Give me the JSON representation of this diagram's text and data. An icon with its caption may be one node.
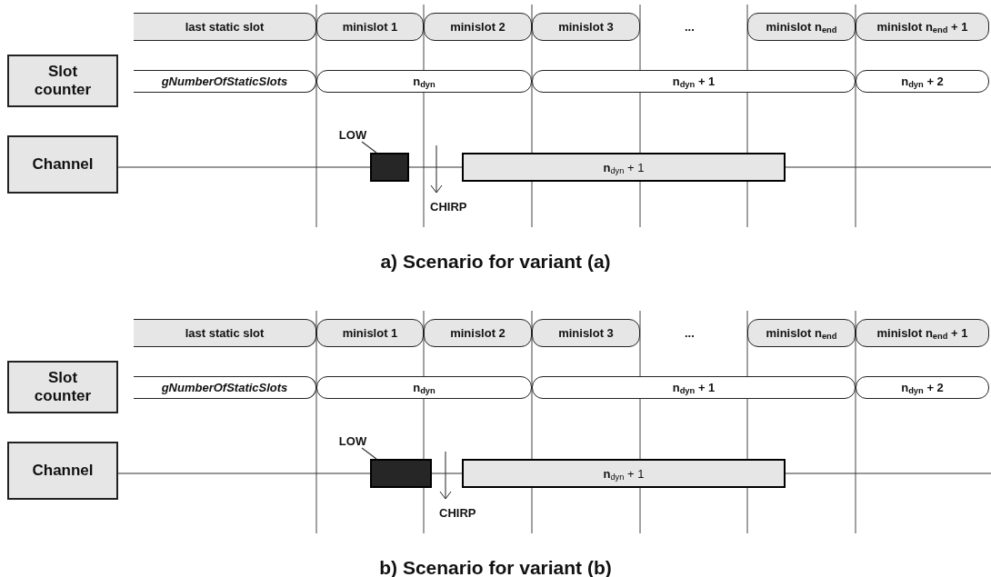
{
  "diagram": {
    "nodes": [
      {
        "text": [
          "last static slot"
        ]
      },
      {
        "text": [
          "minislot 1"
        ]
      },
      {
        "text": [
          "minislot 2"
        ]
      },
      {
        "text": [
          "minislot 3"
        ]
      },
      {
        "text": [
          "minislot n$_{end}$"
        ]
      },
      {
        "text": [
          "minislot n$_{end}$ + 1"
        ]
      },
      {
        "text": [
          "Slot counter"
        ]
      },
      {
        "text": [
          "gNumberOfStaticSlots"
        ]
      },
      {
        "text": [
          "n$_{dyn}$"
        ]
      },
      {
        "text": [
          "n$_{dyn}$ + 1"
        ]
      },
      {
        "text": [
          "n$_{dyn}$ + 2"
        ]
      },
      {
        "text": [
          "LOW"
        ]
      },
      {
        "text": [
          "Channel"
        ]
      },
      {
        "text": [],
        "shape": "box"
      },
      {
        "text": [
          "**n**$_{dyn}$ + 1"
        ]
      },
      {
        "text": [
          "last static slot"
        ]
      },
      {
        "text": [
          "minislot 1"
        ]
      },
      {
        "text": [
          "minislot 2"
        ]
      },
      {
        "text": [
          "minislot 3"
        ]
      },
      {
        "text": [
          "minislot n$_{end}$"
        ]
      },
      {
        "text": [
          "minislot n$_{end}$ + 1"
        ]
      },
      {
        "text": [
          "Slot counter"
        ]
      },
      {
        "text": [
          "gNumberOfStaticSlots"
        ]
      },
      {
        "text": [
          "n$_{dyn}$"
        ]
      },
      {
        "text": [
          "n$_{dyn}$ + 1"
        ]
      },
      {
        "text": [
          "n$_{dyn}$ + 2"
        ]
      },
      {
        "text": [
          "LOW"
        ]
      },
      {
        "text": [
          "Channel"
        ]
      },
      {
        "text": [],
        "shape": "box"
      },
      {
        "text": [
          "**n**$_{dyn}$ + 1"
        ]
      }
    ],
    "edges": [
      {
        "from": 11,
        "to": 13,
        "arrow": "none"
      },
      {
        "from": 12,
        "to": 13,
        "arrow": "none"
      },
      {
        "from": 13,
        "to": 14,
        "arrow": "none"
      },
      {
        "from": 14,
        "to": null,
        "arrow": "none"
      },
      {
        "from": 26,
        "to": 28,
        "arrow": "none"
      },
      {
        "from": 27,
        "to": 28,
        "arrow": "none"
      },
      {
        "from": 28,
        "to": 29,
        "arrow": "none"
      },
      {
        "from": 29,
        "to": null,
        "arrow": "none"
      }
    ],
    "labels": [
      "...",
      "CHIRP",
      "a) Scenario for variant (a)",
      "...",
      "CHIRP",
      "b) Scenario for variant (b)"
    ]
  }
}
